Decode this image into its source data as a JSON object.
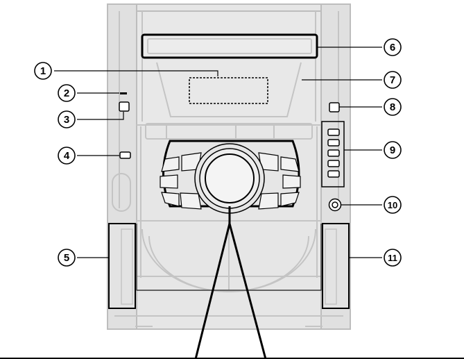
{
  "callouts": [
    {
      "label": "1"
    },
    {
      "label": "2"
    },
    {
      "label": "3"
    },
    {
      "label": "4"
    },
    {
      "label": "5"
    },
    {
      "label": "6"
    },
    {
      "label": "7"
    },
    {
      "label": "8"
    },
    {
      "label": "9"
    },
    {
      "label": "10"
    },
    {
      "label": "11"
    }
  ],
  "colors": {
    "device_fill": "#e6e6e6",
    "device_stroke": "#bdbdbd",
    "detail_stroke": "#c4c4c4",
    "ink": "#000000"
  }
}
